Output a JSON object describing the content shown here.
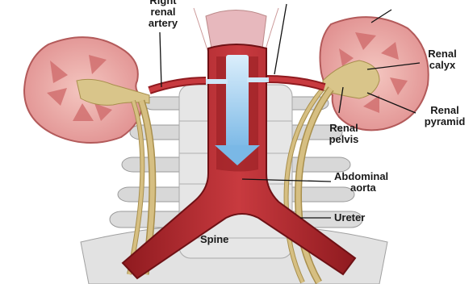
{
  "labels": {
    "right_renal_artery_line1": "Right",
    "right_renal_artery_line2": "renal",
    "right_renal_artery_line3": "artery",
    "renal_calyx_line1": "Renal",
    "renal_calyx_line2": "calyx",
    "renal_pyramid_line1": "Renal",
    "renal_pyramid_line2": "pyramid",
    "renal_pelvis_line1": "Renal",
    "renal_pelvis_line2": "pelvis",
    "abdominal_aorta_line1": "Abdominal",
    "abdominal_aorta_line2": "aorta",
    "ureter": "Ureter",
    "spine": "Spine"
  },
  "colors": {
    "kidney_cortex": "#e8a2a2",
    "kidney_medulla": "#d97878",
    "kidney_outline": "#b35a5a",
    "pelvis_fill": "#d9c58a",
    "ureter": "#cdb47a",
    "aorta": "#b8282e",
    "aorta_dark": "#7c1519",
    "flow_arrow": "#8fc8ef",
    "spine": "#dcdcdc",
    "spine_outline": "#9a9a9a"
  }
}
